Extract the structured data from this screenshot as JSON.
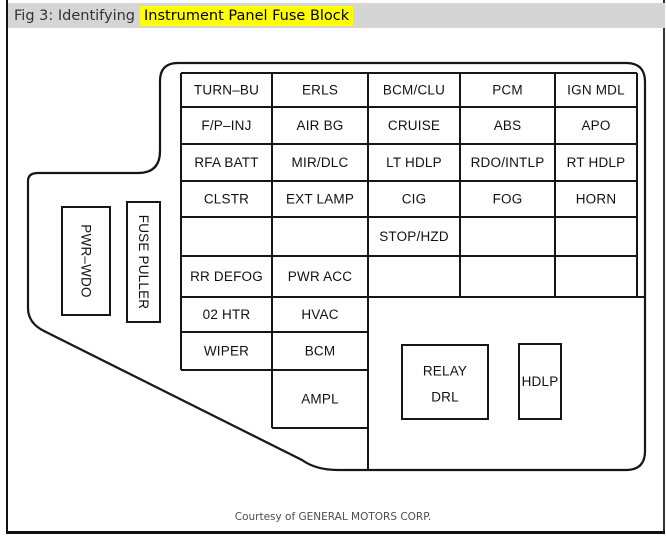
{
  "title": {
    "prefix": "Fig 3: Identifying",
    "highlight": "Instrument Panel Fuse Block"
  },
  "grid": {
    "rows": [
      [
        "TURN–BU",
        "ERLS",
        "BCM/CLU",
        "PCM",
        "IGN MDL"
      ],
      [
        "F/P–INJ",
        "AIR BG",
        "CRUISE",
        "ABS",
        "APO"
      ],
      [
        "RFA BATT",
        "MIR/DLC",
        "LT HDLP",
        "RDO/INTLP",
        "RT HDLP"
      ],
      [
        "CLSTR",
        "EXT LAMP",
        "CIG",
        "FOG",
        "HORN"
      ],
      [
        "",
        "",
        "STOP/HZD",
        "",
        ""
      ],
      [
        "RR DEFOG",
        "PWR ACC",
        "",
        "",
        ""
      ],
      [
        "02 HTR",
        "HVAC"
      ],
      [
        "WIPER",
        "BCM"
      ],
      [
        "",
        "AMPL"
      ]
    ]
  },
  "side_components": {
    "pwr_wdo": "PWR–WDO",
    "fuse_puller": "FUSE PULLER"
  },
  "relays": {
    "drl": {
      "line1": "RELAY",
      "line2": "DRL"
    },
    "hdlp": "HDLP"
  },
  "footer": {
    "credit": "Courtesy of GENERAL MOTORS CORP."
  },
  "colors": {
    "highlight_bg": "#ffff00",
    "titlebar_bg": "#d5d5d5",
    "line": "#161616"
  }
}
